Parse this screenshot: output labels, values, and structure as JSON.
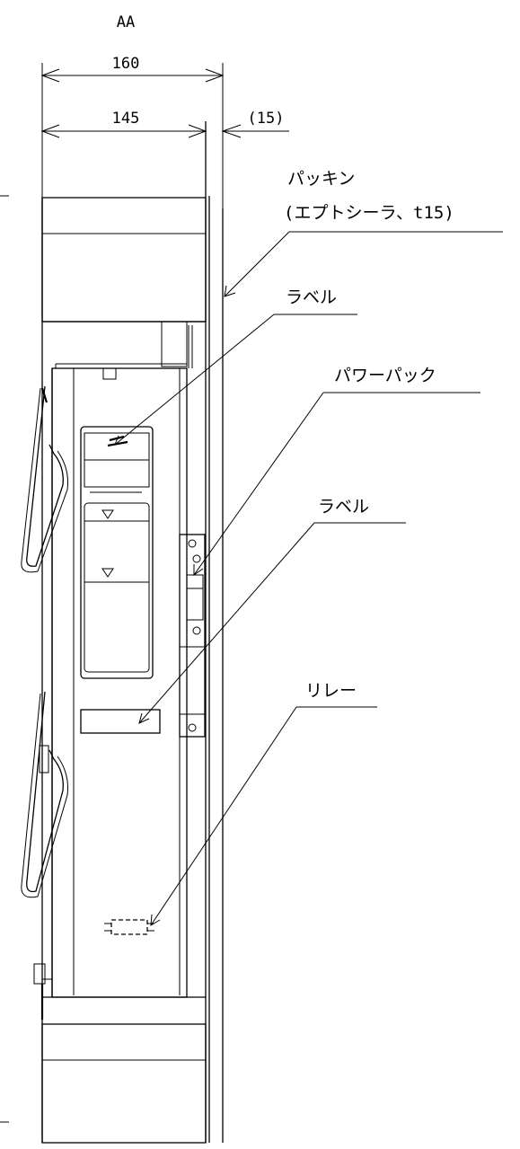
{
  "view_label": "AA",
  "dimensions": {
    "overall_width": "160",
    "body_width": "145",
    "packing_thickness": "(15)"
  },
  "callouts": {
    "packing": "パッキン",
    "packing_spec": "(エプトシーラ、t15)",
    "label_top": "ラベル",
    "power_pack": "パワーパック",
    "label_middle": "ラベル",
    "relay": "リレー"
  }
}
